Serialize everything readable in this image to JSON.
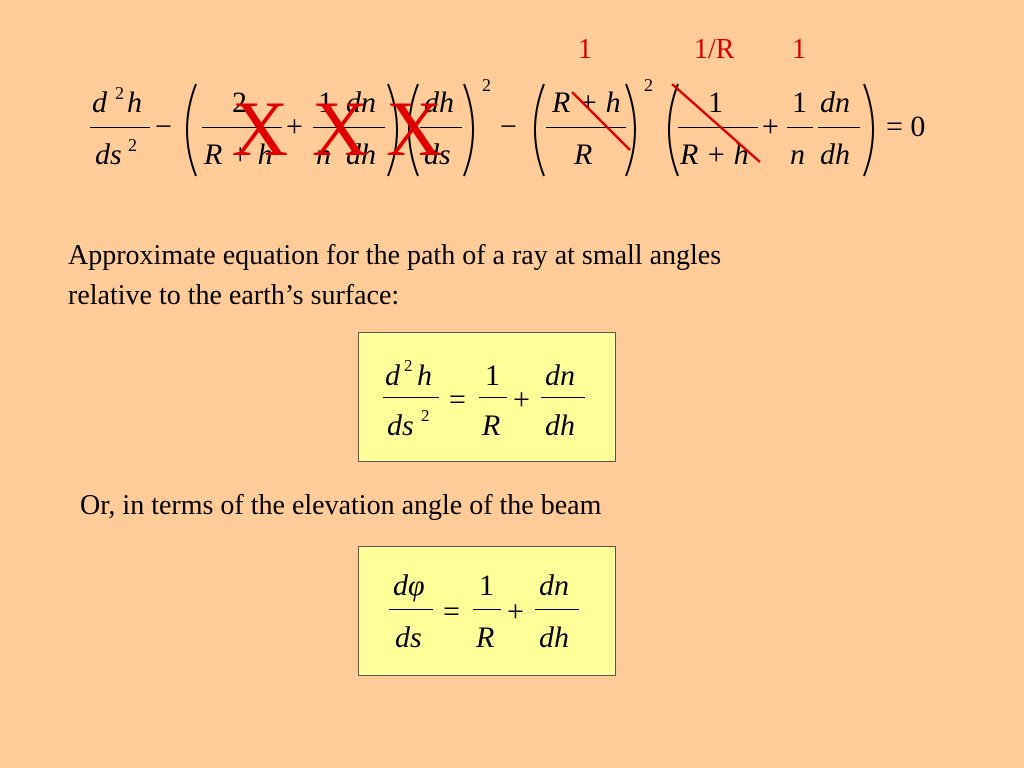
{
  "annotations": {
    "a1": "1",
    "a2": "1/R",
    "a3": "1",
    "cross": "X"
  },
  "equation_full": {
    "lhs_num": "d",
    "lhs_num_sup": "2",
    "lhs_num_h": "h",
    "lhs_den": "ds",
    "lhs_den_sup": "2",
    "minus1": "−",
    "t1_num": "2",
    "t1_den": "R + h",
    "plus1": "+",
    "t2_num": "1",
    "t2_den": "n",
    "t3_num": "dn",
    "t3_den": "dh",
    "t4_num": "dh",
    "t4_den": "ds",
    "outer_sup": "2",
    "minus2": "−",
    "t5_num": "R + h",
    "t5_den": "R",
    "outer_sup2": "2",
    "t6_num": "1",
    "t6_den": "R + h",
    "plus2": "+",
    "t7_num": "1",
    "t7_den": "n",
    "t8_num": "dn",
    "t8_den": "dh",
    "equals_zero": "= 0"
  },
  "text": {
    "line1": "Approximate equation for the path of a ray at small angles",
    "line2": "relative to the earth’s surface:",
    "line3": "Or, in terms of the elevation angle of the beam"
  },
  "box1": {
    "num_d": "d",
    "num_sup": "2",
    "num_h": "h",
    "den_ds": "ds",
    "den_sup": "2",
    "equals": "=",
    "f1_num": "1",
    "f1_den": "R",
    "plus": "+",
    "f2_num": "dn",
    "f2_den": "dh"
  },
  "box2": {
    "num": "dφ",
    "den": "ds",
    "equals": "=",
    "f1_num": "1",
    "f1_den": "R",
    "plus": "+",
    "f2_num": "dn",
    "f2_den": "dh"
  },
  "colors": {
    "background": "#ffcc99",
    "box": "#ffff99",
    "annotation": "#d40000"
  }
}
